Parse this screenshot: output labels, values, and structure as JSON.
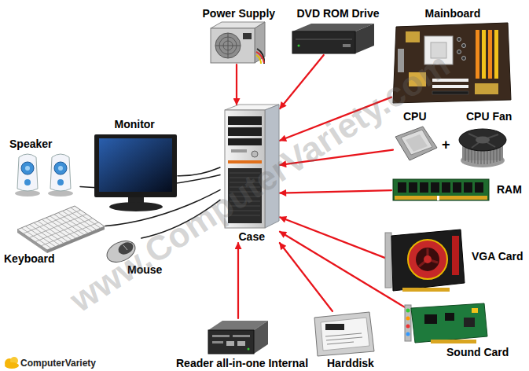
{
  "diagram": {
    "nodes": [
      {
        "text": [
          "Power Supply"
        ]
      },
      {
        "text": [
          "DVD ROM Drive"
        ]
      },
      {
        "text": [
          "Mainboard"
        ]
      },
      {
        "text": [
          "Speaker"
        ]
      },
      {
        "text": [
          "Monitor"
        ]
      },
      {
        "text": [
          "Case"
        ]
      },
      {
        "text": [
          "CPU"
        ]
      },
      {
        "text": [
          "CPU Fan"
        ]
      },
      {
        "text": [
          "RAM"
        ]
      },
      {
        "text": [
          "Keyboard"
        ]
      },
      {
        "text": [
          "Mouse"
        ]
      },
      {
        "text": [
          "VGA Card"
        ]
      },
      {
        "text": [
          "Reader all-in-one Internal"
        ]
      },
      {
        "text": [
          "Harddisk"
        ]
      },
      {
        "text": [
          "Sound Card"
        ]
      }
    ],
    "edges": [
      {
        "from": 0,
        "to": 5,
        "arrow": "to"
      },
      {
        "from": 1,
        "to": 5,
        "arrow": "to"
      },
      {
        "from": 2,
        "to": 5,
        "arrow": "to"
      },
      {
        "from": 6,
        "to": 5,
        "arrow": "to"
      },
      {
        "from": 8,
        "to": 5,
        "arrow": "to"
      },
      {
        "from": 11,
        "to": 5,
        "arrow": "to"
      },
      {
        "from": 14,
        "to": 5,
        "arrow": "to"
      },
      {
        "from": 13,
        "to": 5,
        "arrow": "to"
      },
      {
        "from": 12,
        "to": 5,
        "arrow": "to"
      },
      {
        "from": 3,
        "to": 5,
        "arrow": "none"
      },
      {
        "from": 4,
        "to": 5,
        "arrow": "none"
      },
      {
        "from": 9,
        "to": 5,
        "arrow": "none"
      },
      {
        "from": 10,
        "to": 5,
        "arrow": "none"
      }
    ],
    "labels": [
      "+",
      "www.ComputerVariety.com",
      "ComputerVariety"
    ]
  }
}
